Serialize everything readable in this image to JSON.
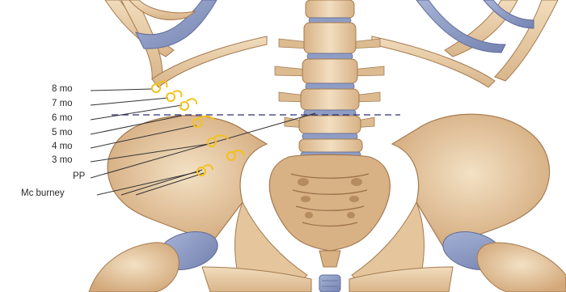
{
  "labels": [
    {
      "id": "8mo",
      "text": "8 mo"
    },
    {
      "id": "7mo",
      "text": "7 mo"
    },
    {
      "id": "6mo",
      "text": "6 mo"
    },
    {
      "id": "5mo",
      "text": "5 mo"
    },
    {
      "id": "4mo",
      "text": "4 mo"
    },
    {
      "id": "3mo",
      "text": "3 mo"
    },
    {
      "id": "pp",
      "text": "PP"
    },
    {
      "id": "mcb",
      "text": "Mc burney"
    }
  ],
  "colors": {
    "bone": "#e9cfaa",
    "bone_shadow": "#c99f73",
    "bone_outline": "#a57a4f",
    "cartilage": "#8f9dc4",
    "marker": "#f2c21b",
    "dashed_line": "#2f2f78",
    "leader": "#333333"
  },
  "dashed_line_style": "dashed horizontal reference line"
}
